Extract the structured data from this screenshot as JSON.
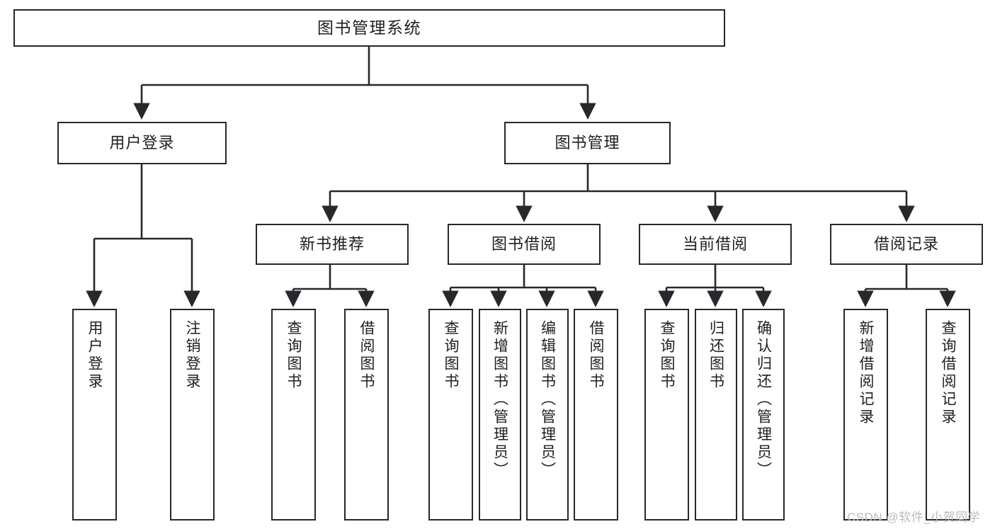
{
  "diagram": {
    "type": "tree",
    "title": "图书管理系统",
    "stroke_color": "#26282b",
    "text_color": "#1d1f21",
    "background_color": "#ffffff",
    "nodes": {
      "root": {
        "label": "图书管理系统"
      },
      "level2": [
        {
          "label": "用户登录"
        },
        {
          "label": "图书管理"
        }
      ],
      "level3": [
        {
          "label": "新书推荐"
        },
        {
          "label": "图书借阅"
        },
        {
          "label": "当前借阅"
        },
        {
          "label": "借阅记录"
        }
      ],
      "leaves": {
        "user_login": [
          {
            "label": "用户登录"
          },
          {
            "label": "注销登录"
          }
        ],
        "new_book_recommend": [
          {
            "label": "查询图书"
          },
          {
            "label": "借阅图书"
          }
        ],
        "book_borrow": [
          {
            "label": "查询图书"
          },
          {
            "label": "新增图书（管理员）"
          },
          {
            "label": "编辑图书（管理员）"
          },
          {
            "label": "借阅图书"
          }
        ],
        "current_borrow": [
          {
            "label": "查询图书"
          },
          {
            "label": "归还图书"
          },
          {
            "label": "确认归还（管理员）"
          }
        ],
        "borrow_record": [
          {
            "label": "新增借阅记录"
          },
          {
            "label": "查询借阅记录"
          }
        ]
      }
    }
  },
  "watermark": {
    "text": "CSDN @软件_小贺同学"
  }
}
